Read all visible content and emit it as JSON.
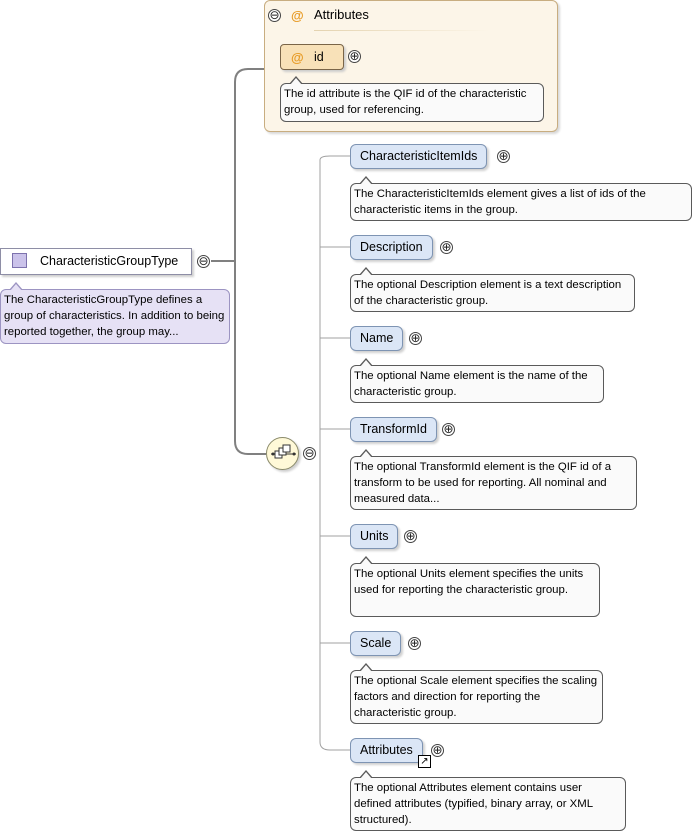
{
  "root": {
    "name": "CharacteristicGroupType",
    "doc": "The CharacteristicGroupType defines a group of characteristics. In addition to being reported together, the group may..."
  },
  "attributes_panel": {
    "title": "Attributes",
    "at_symbol": "@",
    "collapse_symbol": "⊖",
    "id_attr": "id",
    "id_doc": "The id attribute is the QIF id of the characteristic group, used for referencing."
  },
  "sequence": {
    "collapse_symbol": "⊖"
  },
  "elements": [
    {
      "name": "CharacteristicItemIds",
      "doc": "The CharacteristicItemIds element gives a list of ids of the characteristic items in the group."
    },
    {
      "name": "Description",
      "doc": "The optional Description element is a text description of the characteristic group."
    },
    {
      "name": "Name",
      "doc": "The optional Name element is the name of the characteristic group."
    },
    {
      "name": "TransformId",
      "doc": "The optional TransformId element is the QIF id of a transform to be used for reporting. All nominal and measured data..."
    },
    {
      "name": "Units",
      "doc": "The optional Units element specifies the units used for reporting the characteristic group."
    },
    {
      "name": "Scale",
      "doc": "The optional Scale element specifies the scaling factors and direction for reporting the characteristic group."
    },
    {
      "name": "Attributes",
      "doc": "The optional Attributes element contains user defined attributes (typified, binary array, or XML structured)."
    }
  ],
  "expand_symbol": "⊕",
  "reference_symbol": "↗",
  "colors": {
    "element_fill": "#dbe6f6",
    "element_border": "#7e94b3",
    "attribute_panel_fill": "#fcf5e8",
    "attribute_fill": "#f8e1b8",
    "root_doc_fill": "#e6e1f5",
    "connector": "#7f7f7f"
  }
}
